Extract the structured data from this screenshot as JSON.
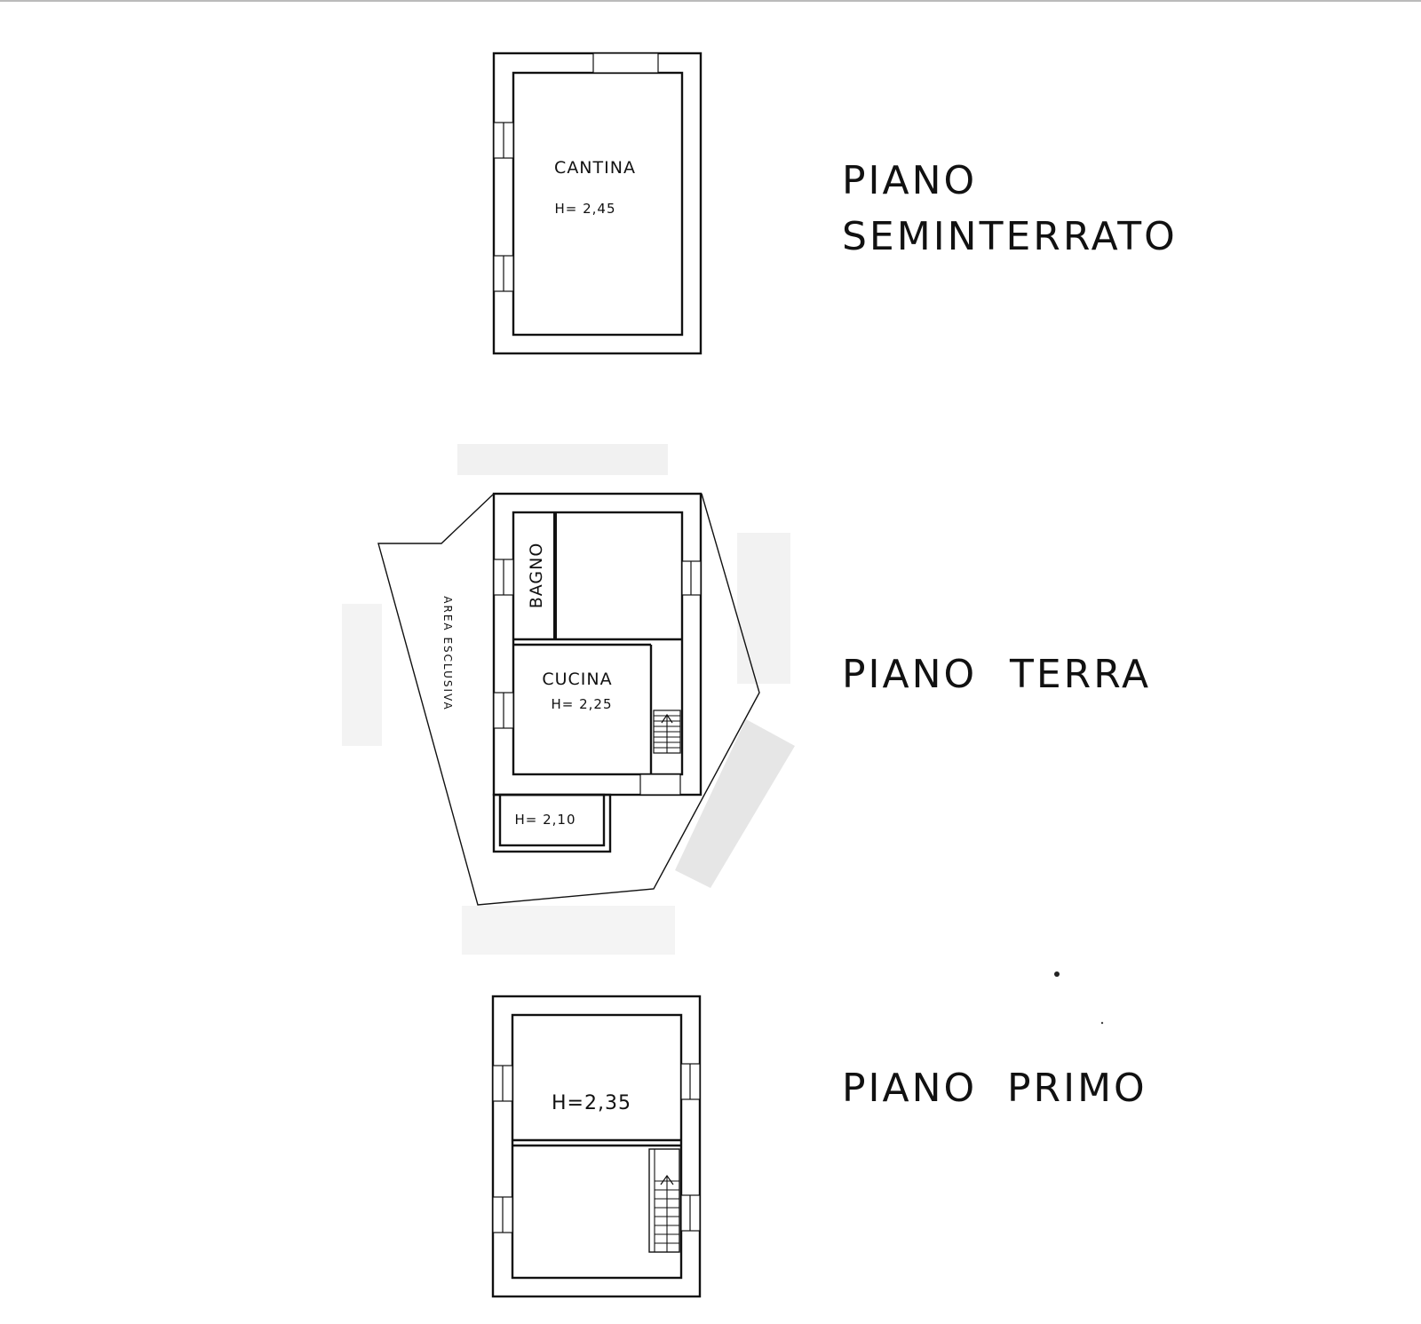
{
  "floors": [
    {
      "name_line1": "PIANO",
      "name_line2": "SEMINTERRATO",
      "rooms": [
        {
          "label": "CANTINA",
          "height": "H= 2,45"
        }
      ]
    },
    {
      "name_line1": "PIANO",
      "name_line2": "TERRA",
      "rooms": [
        {
          "label": "BAGNO"
        },
        {
          "label": "CUCINA",
          "height": "H= 2,25"
        },
        {
          "height": "H= 2,10"
        }
      ],
      "area_label": "AREA ESCLUSIVA"
    },
    {
      "name_line1": "PIANO",
      "name_line2": "PRIMO",
      "rooms": [
        {
          "height": "H=2,35"
        }
      ]
    }
  ]
}
